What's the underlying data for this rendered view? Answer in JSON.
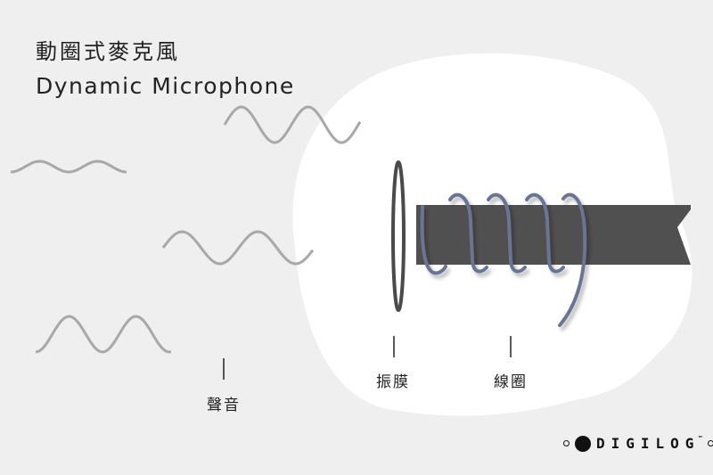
{
  "title_zh": "動圈式麥克風",
  "title_en": "Dynamic Microphone",
  "labels": {
    "sound": "聲音",
    "diaphragm": "振膜",
    "coil": "線圈"
  },
  "logo": {
    "text": "DIGILOG",
    "tm": "™"
  },
  "colors": {
    "background": "#efefef",
    "blob": "#ffffff",
    "magnet": "#505050",
    "coil": "#6b7594",
    "wave": "#a8a8a8"
  }
}
